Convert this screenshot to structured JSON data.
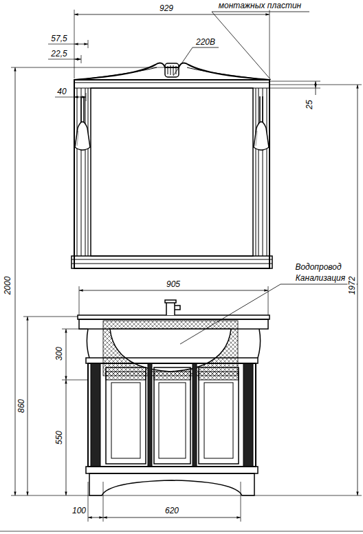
{
  "diagram": {
    "labels": [
      "монтажных пластин",
      "929",
      "57,5",
      "22,5",
      "220В",
      "40",
      "25",
      "2000",
      "1972",
      "905",
      "Водопровод",
      "Канализация",
      "300",
      "860",
      "550",
      "100",
      "620"
    ]
  }
}
